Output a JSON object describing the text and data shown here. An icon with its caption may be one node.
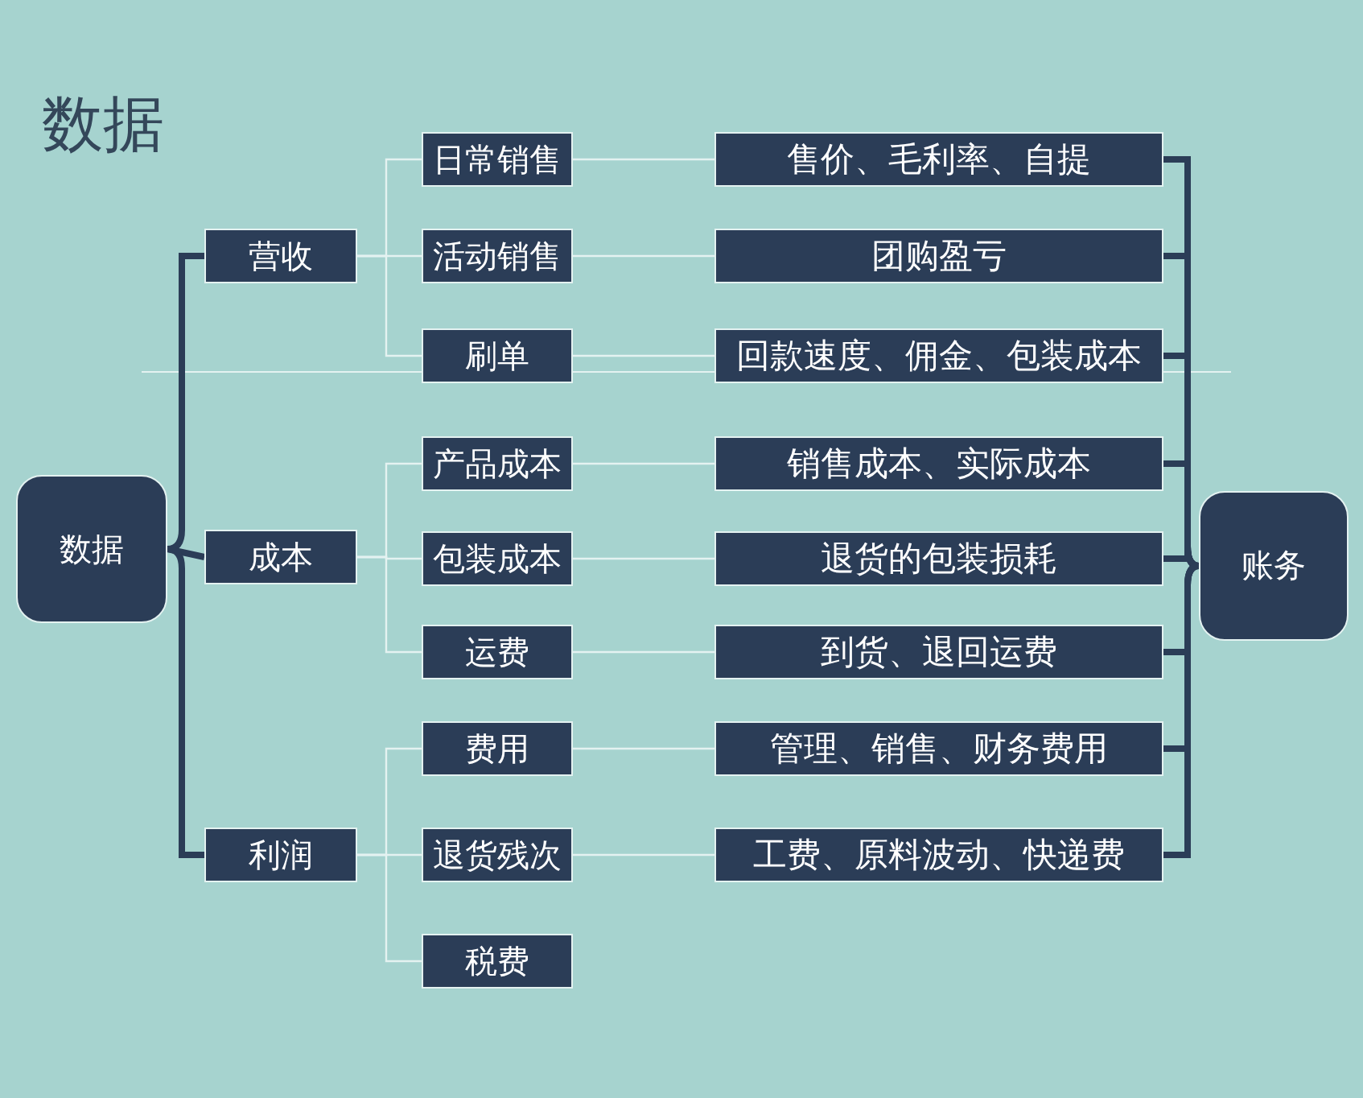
{
  "diagram": {
    "title": "数据",
    "nodes": [
      {
        "text": [
          "数据"
        ]
      },
      {
        "text": [
          "营收"
        ]
      },
      {
        "text": [
          "成本"
        ]
      },
      {
        "text": [
          "利润"
        ]
      },
      {
        "text": [
          "日常销售"
        ]
      },
      {
        "text": [
          "活动销售"
        ]
      },
      {
        "text": [
          "刷单"
        ]
      },
      {
        "text": [
          "产品成本"
        ]
      },
      {
        "text": [
          "包装成本"
        ]
      },
      {
        "text": [
          "运费"
        ]
      },
      {
        "text": [
          "费用"
        ]
      },
      {
        "text": [
          "退货残次"
        ]
      },
      {
        "text": [
          "税费"
        ]
      },
      {
        "text": [
          "售价、毛利率、自提"
        ]
      },
      {
        "text": [
          "团购盈亏"
        ]
      },
      {
        "text": [
          "回款速度、佣金、包装成本"
        ]
      },
      {
        "text": [
          "销售成本、实际成本"
        ]
      },
      {
        "text": [
          "退货的包装损耗"
        ]
      },
      {
        "text": [
          "到货、退回运费"
        ]
      },
      {
        "text": [
          "管理、销售、财务费用"
        ]
      },
      {
        "text": [
          "工费、原料波动、快递费"
        ]
      },
      {
        "text": [
          "账务"
        ]
      }
    ],
    "edges": [
      {
        "from": 0,
        "to": 1,
        "arrow": "none",
        "style": "thick",
        "color": "#2b3d57"
      },
      {
        "from": 0,
        "to": 2,
        "arrow": "none",
        "style": "thick",
        "color": "#2b3d57"
      },
      {
        "from": 0,
        "to": 3,
        "arrow": "none",
        "style": "thick",
        "color": "#2b3d57"
      },
      {
        "from": 1,
        "to": 4,
        "arrow": "none"
      },
      {
        "from": 1,
        "to": 5,
        "arrow": "none"
      },
      {
        "from": 1,
        "to": 6,
        "arrow": "none"
      },
      {
        "from": 2,
        "to": 7,
        "arrow": "none"
      },
      {
        "from": 2,
        "to": 8,
        "arrow": "none"
      },
      {
        "from": 2,
        "to": 9,
        "arrow": "none"
      },
      {
        "from": 3,
        "to": 10,
        "arrow": "none"
      },
      {
        "from": 3,
        "to": 11,
        "arrow": "none"
      },
      {
        "from": 3,
        "to": 12,
        "arrow": "none"
      },
      {
        "from": 4,
        "to": 13,
        "arrow": "none"
      },
      {
        "from": 5,
        "to": 14,
        "arrow": "none"
      },
      {
        "from": 6,
        "to": 15,
        "arrow": "none"
      },
      {
        "from": 7,
        "to": 16,
        "arrow": "none"
      },
      {
        "from": 8,
        "to": 17,
        "arrow": "none"
      },
      {
        "from": 9,
        "to": 18,
        "arrow": "none"
      },
      {
        "from": 10,
        "to": 19,
        "arrow": "none"
      },
      {
        "from": 11,
        "to": 20,
        "arrow": "none"
      },
      {
        "from": 13,
        "to": 21,
        "arrow": "none",
        "style": "thick",
        "color": "#2b3d57"
      },
      {
        "from": 14,
        "to": 21,
        "arrow": "none",
        "style": "thick",
        "color": "#2b3d57"
      },
      {
        "from": 15,
        "to": 21,
        "arrow": "none",
        "style": "thick",
        "color": "#2b3d57"
      },
      {
        "from": 16,
        "to": 21,
        "arrow": "none",
        "style": "thick",
        "color": "#2b3d57"
      },
      {
        "from": 17,
        "to": 21,
        "arrow": "none",
        "style": "thick",
        "color": "#2b3d57"
      },
      {
        "from": 18,
        "to": 21,
        "arrow": "none",
        "style": "thick",
        "color": "#2b3d57"
      },
      {
        "from": 19,
        "to": 21,
        "arrow": "none",
        "style": "thick",
        "color": "#2b3d57"
      },
      {
        "from": 20,
        "to": 21,
        "arrow": "none",
        "style": "thick",
        "color": "#2b3d57"
      }
    ]
  }
}
